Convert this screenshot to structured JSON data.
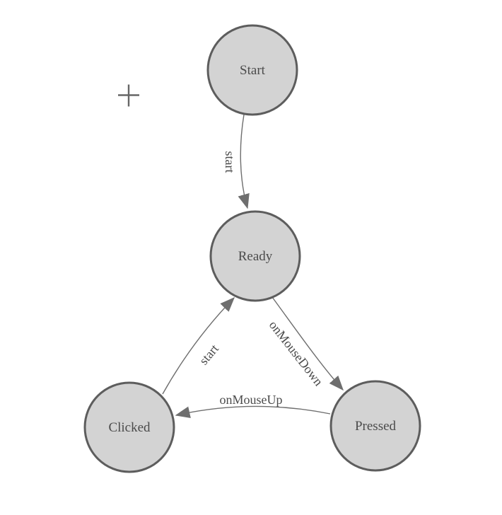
{
  "diagram": {
    "nodes": [
      {
        "id": "start",
        "label": "Start"
      },
      {
        "id": "ready",
        "label": "Ready"
      },
      {
        "id": "clicked",
        "label": "Clicked"
      },
      {
        "id": "pressed",
        "label": "Pressed"
      }
    ],
    "edges": [
      {
        "from": "Start",
        "to": "Ready",
        "label": "start"
      },
      {
        "from": "Ready",
        "to": "Pressed",
        "label": "onMouseDown"
      },
      {
        "from": "Pressed",
        "to": "Clicked",
        "label": "onMouseUp"
      },
      {
        "from": "Clicked",
        "to": "Ready",
        "label": "start"
      }
    ],
    "icons": {
      "crosshair": "crosshair-plus-icon"
    },
    "colors": {
      "background": "#ffffff",
      "node_fill": "#d3d3d3",
      "node_stroke": "#5d5d5d",
      "edge_stroke": "#6e6e6e",
      "arrowhead_fill": "#6e6e6e",
      "label_text": "#4b4b4b",
      "crosshair": "#666666"
    }
  }
}
